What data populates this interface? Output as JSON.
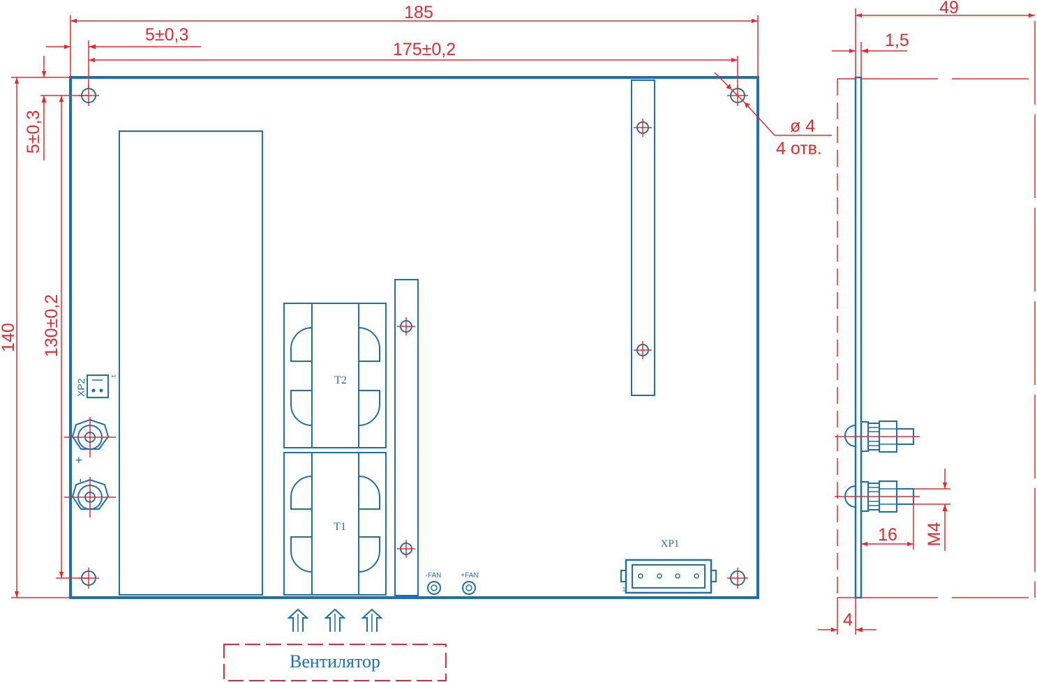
{
  "colors": {
    "outline": "#1a6fb5",
    "dimension": "#e8282e",
    "background": "#ffffff"
  },
  "dimensions": {
    "overall_width": "185",
    "hole_offset_x": "5±0,3",
    "hole_pitch_x": "175±0,2",
    "hole_offset_y": "5±0,3",
    "overall_height": "140",
    "hole_pitch_y": "130±0,2",
    "hole_diameter": "ø 4",
    "hole_count": "4 отв.",
    "side_depth": "49",
    "board_thickness": "1,5",
    "stud_length": "16",
    "thread": "M4",
    "standoff": "4"
  },
  "labels": {
    "transformer_upper": "T2",
    "transformer_lower": "T1",
    "connector_main": "XP1",
    "connector_aux": "XP2",
    "connector_aux_pin": "1",
    "connector_main_pin": "1",
    "fan_minus": "-FAN",
    "fan_plus": "+FAN",
    "terminal_plus": "+",
    "terminal_minus": "-",
    "fan_box": "Вентилятор"
  }
}
